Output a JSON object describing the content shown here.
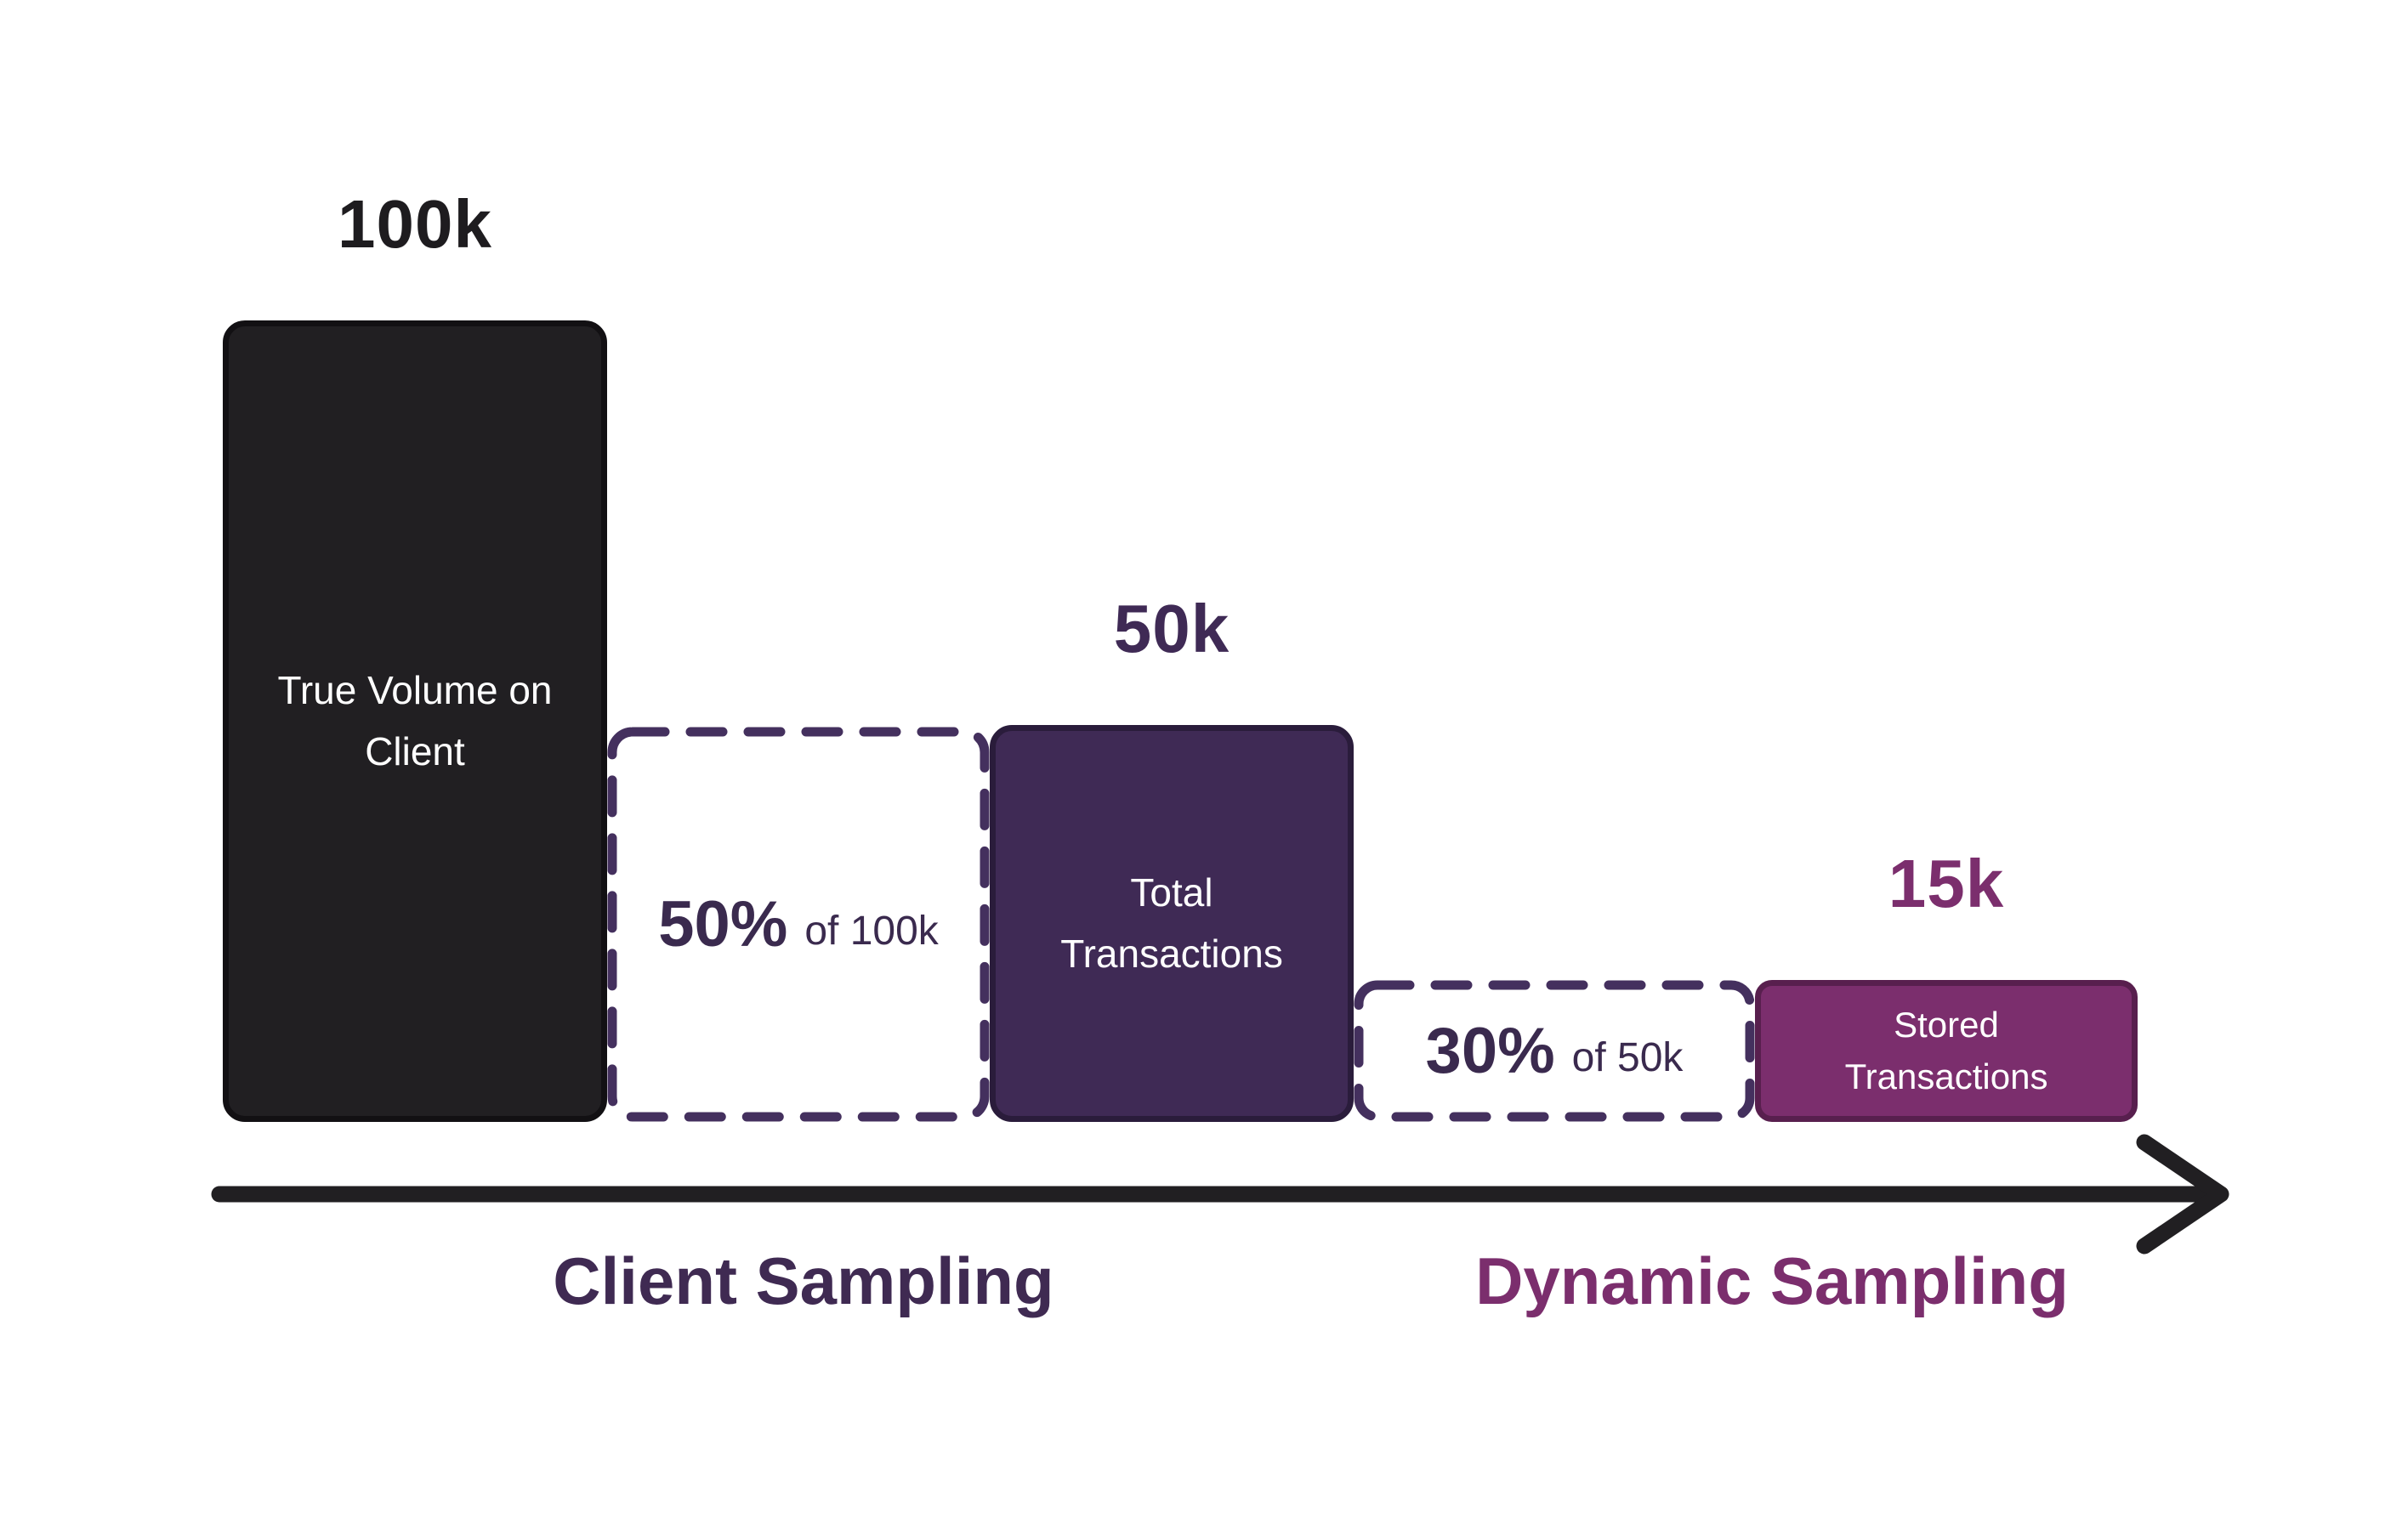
{
  "stages": {
    "true_volume": {
      "value": "100k",
      "label": "True Volume on Client"
    },
    "client_rate": {
      "pct": "50%",
      "basis": "of 100k"
    },
    "total_transactions": {
      "value": "50k",
      "label": "Total Transactions"
    },
    "dynamic_rate": {
      "pct": "30%",
      "basis": "of 50k"
    },
    "stored_transactions": {
      "value": "15k",
      "label": "Stored Transactions"
    }
  },
  "axis": {
    "left_label": "Client Sampling",
    "right_label": "Dynamic Sampling"
  },
  "colors": {
    "near_black_bar": "#211f22",
    "dark_purple_bar": "#3f2a55",
    "magenta_purple_bar": "#7b2e6d",
    "dashed_border": "#44305e",
    "dark_purple_text": "#3f2a52",
    "magenta_text": "#7b2e6d",
    "arrow": "#211f22"
  },
  "chart_data": {
    "type": "bar",
    "title": "",
    "categories": [
      "True Volume on Client",
      "Total Transactions",
      "Stored Transactions"
    ],
    "values": [
      100000,
      50000,
      15000
    ],
    "value_labels": [
      "100k",
      "50k",
      "15k"
    ],
    "annotations": [
      "50% of 100k",
      "30% of 50k"
    ],
    "x_axis_labels": [
      "Client Sampling",
      "Dynamic Sampling"
    ],
    "legend": "none",
    "grid": false
  }
}
